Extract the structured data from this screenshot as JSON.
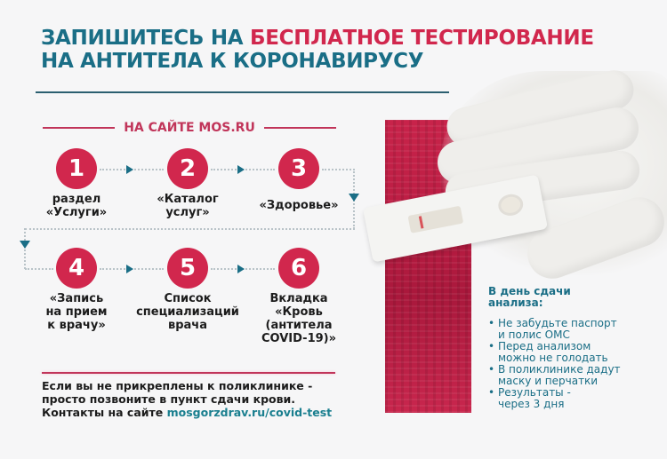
{
  "header": {
    "title_line1_part1": "ЗАПИШИТЕСЬ НА ",
    "title_line1_accent": "БЕСПЛАТНОЕ ТЕСТИРОВАНИЕ",
    "title_line2": "НА АНТИТЕЛА К КОРОНАВИРУСУ"
  },
  "section": {
    "label": "НА САЙТЕ MOS.RU"
  },
  "steps": [
    {
      "number": "1",
      "label": "раздел\n«Услуги»"
    },
    {
      "number": "2",
      "label": "«Каталог\nуслуг»"
    },
    {
      "number": "3",
      "label": "«Здоровье»"
    },
    {
      "number": "4",
      "label": "«Запись\nна прием\nк врачу»"
    },
    {
      "number": "5",
      "label": "Список\nспециализаций\nврача"
    },
    {
      "number": "6",
      "label": "Вкладка\n«Кровь\n(антитела\nCOVID-19)»"
    }
  ],
  "footer": {
    "line1": "Если вы не прикреплены к поликлинике -",
    "line2": "просто позвоните в пункт сдачи крови.",
    "line3_prefix": "Контакты на сайте ",
    "link": "mosgorzdrav.ru/covid-test"
  },
  "info": {
    "title": "В день сдачи\nанализа:",
    "items": [
      "Не забудьте паспорт\nи полис ОМС",
      "Перед анализом\nможно не голодать",
      "В поликлинике дадут\nмаску и перчатки",
      "Результаты -\nчерез 3 дня"
    ]
  },
  "colors": {
    "teal": "#1a6e86",
    "crimson": "#d1274d",
    "background": "#f6f6f7"
  }
}
